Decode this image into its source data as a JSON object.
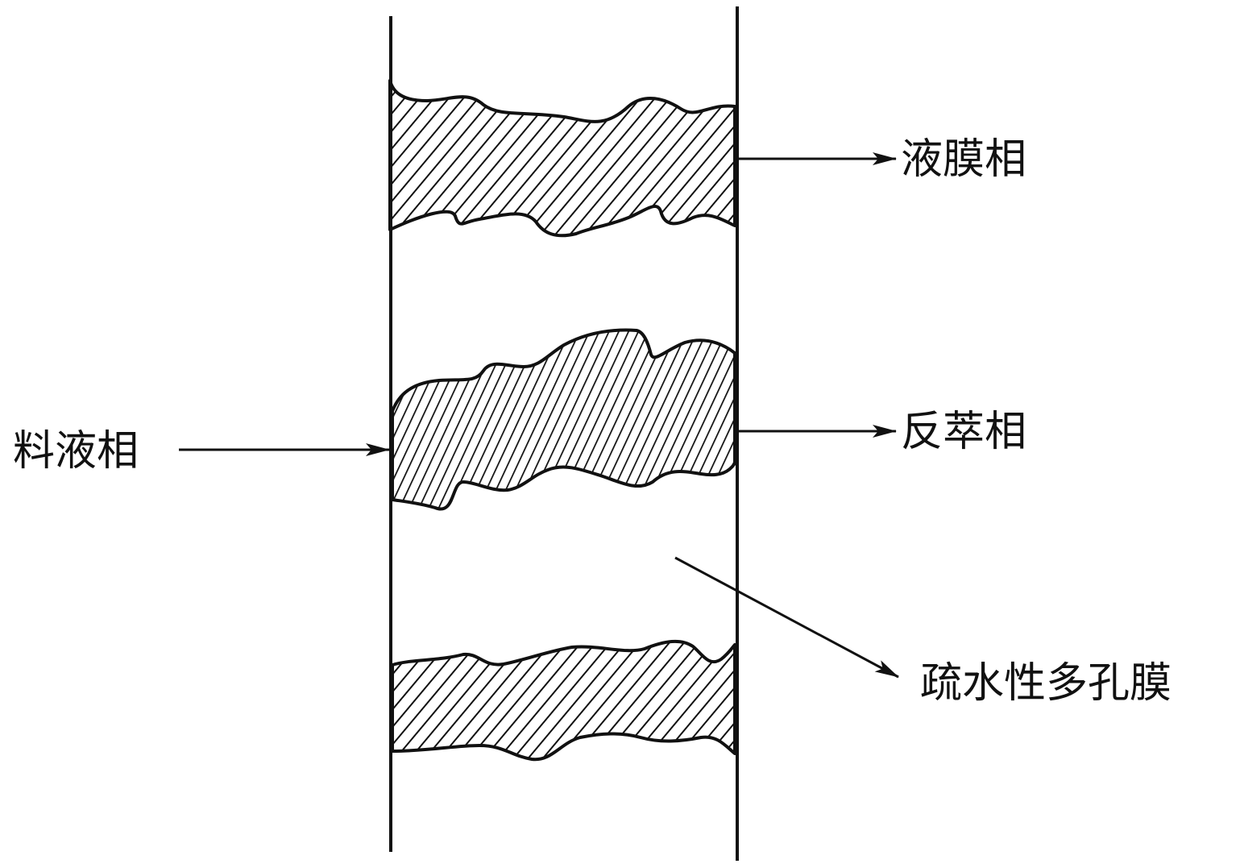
{
  "labels": {
    "liquid_membrane_phase": "液膜相",
    "stripping_phase": "反萃相",
    "feed_phase": "料液相",
    "hydrophobic_porous_membrane": "疏水性多孔膜"
  },
  "colors": {
    "ink": "#111111",
    "background": "#ffffff"
  }
}
